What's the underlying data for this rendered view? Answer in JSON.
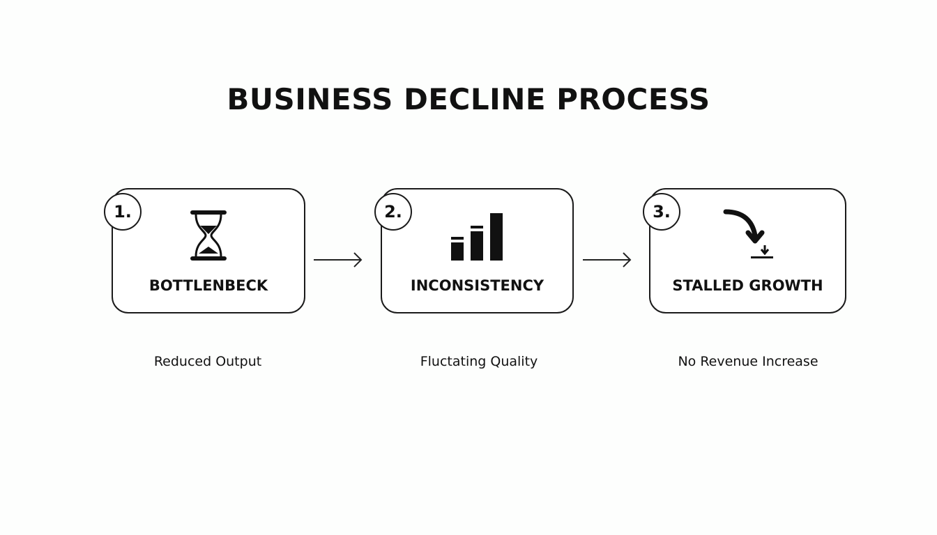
{
  "title": "BUSINESS DECLINE PROCESS",
  "steps": [
    {
      "number": "1.",
      "label": "BOTTLENBECK",
      "caption": "Reduced Output",
      "icon": "hourglass-icon"
    },
    {
      "number": "2.",
      "label": "INCONSISTENCY",
      "caption": "Fluctating Quality",
      "icon": "bar-chart-icon"
    },
    {
      "number": "3.",
      "label": "STALLED GROWTH",
      "caption": "No Revenue Increase",
      "icon": "curved-down-arrow-icon"
    }
  ]
}
